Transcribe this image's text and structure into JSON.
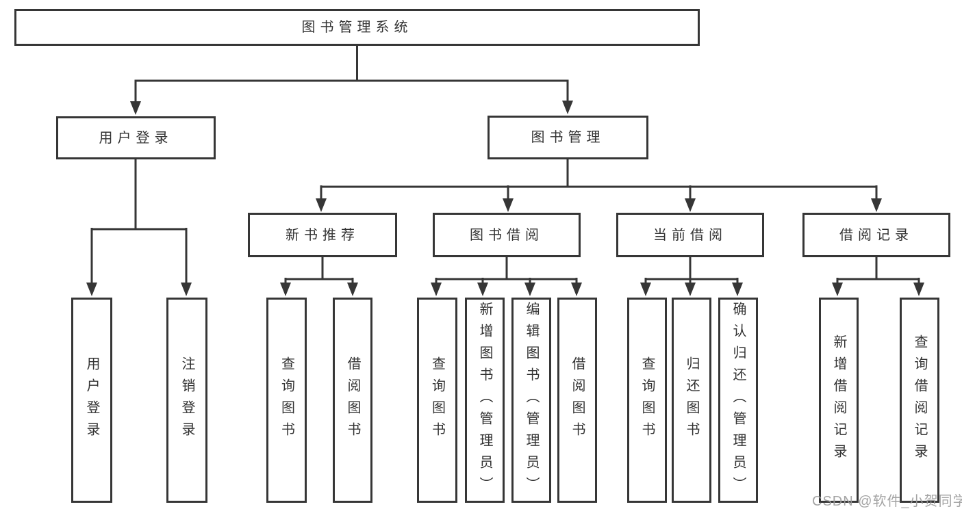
{
  "diagram": {
    "tree": {
      "label": "图书管理系统",
      "children": [
        {
          "label": "用户登录",
          "children": [
            {
              "label": "用户登录"
            },
            {
              "label": "注销登录"
            }
          ]
        },
        {
          "label": "图书管理",
          "children": [
            {
              "label": "新书推荐",
              "children": [
                {
                  "label": "查询图书"
                },
                {
                  "label": "借阅图书"
                }
              ]
            },
            {
              "label": "图书借阅",
              "children": [
                {
                  "label": "查询图书"
                },
                {
                  "label": "新增图书（管理员）"
                },
                {
                  "label": "编辑图书（管理员）"
                },
                {
                  "label": "借阅图书"
                }
              ]
            },
            {
              "label": "当前借阅",
              "children": [
                {
                  "label": "查询图书"
                },
                {
                  "label": "归还图书"
                },
                {
                  "label": "确认归还（管理员）"
                }
              ]
            },
            {
              "label": "借阅记录",
              "children": [
                {
                  "label": "新增借阅记录"
                },
                {
                  "label": "查询借阅记录"
                }
              ]
            }
          ]
        }
      ]
    },
    "watermark": {
      "text": "CSDN @软件_小贺同学"
    },
    "colors": {
      "line": "#363636",
      "text": "#333333",
      "watermark": "#9d9d9d",
      "background": "#ffffff"
    }
  }
}
